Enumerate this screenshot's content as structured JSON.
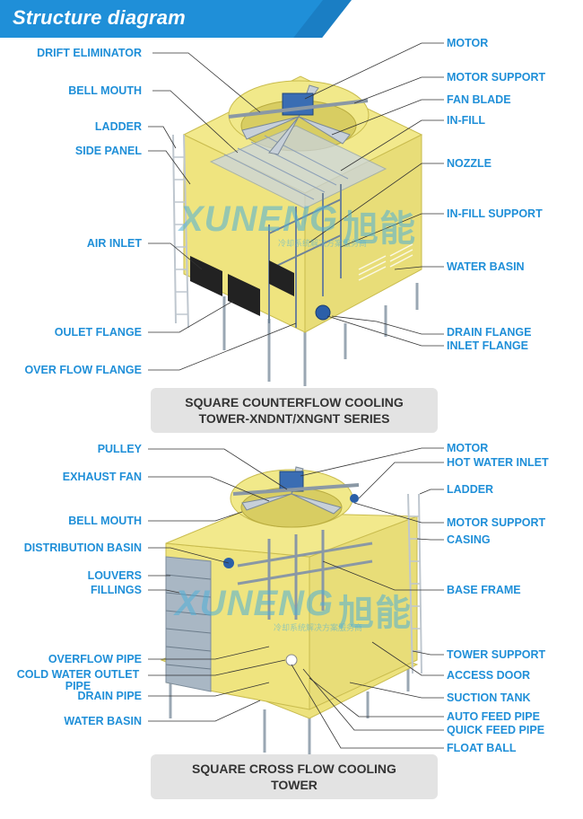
{
  "header": {
    "title": "Structure diagram",
    "accent": "#1f8fd8"
  },
  "top_diagram": {
    "caption_line1": "SQUARE COUNTERFLOW COOLING",
    "caption_line2": "TOWER-XNDNT/XNGNT SERIES",
    "left_labels": [
      "DRIFT ELIMINATOR",
      "BELL MOUTH",
      "LADDER",
      "SIDE PANEL",
      "AIR INLET",
      "OULET FLANGE",
      "OVER FLOW FLANGE"
    ],
    "right_labels": [
      "MOTOR",
      "MOTOR SUPPORT",
      "FAN BLADE",
      "IN-FILL",
      "NOZZLE",
      "IN-FILL SUPPORT",
      "WATER BASIN",
      "DRAIN FLANGE",
      "INLET FLANGE"
    ]
  },
  "bottom_diagram": {
    "caption_line1": "SQUARE CROSS FLOW COOLING",
    "caption_line2": "TOWER",
    "left_labels": [
      "PULLEY",
      "EXHAUST FAN",
      "BELL MOUTH",
      "DISTRIBUTION BASIN",
      "LOUVERS",
      "FILLINGS",
      "OVERFLOW PIPE",
      "COLD WATER OUTLET",
      "PIPE",
      "DRAIN PIPE",
      "WATER BASIN"
    ],
    "right_labels": [
      "MOTOR",
      "HOT WATER INLET",
      "LADDER",
      "MOTOR SUPPORT",
      "CASING",
      "BASE FRAME",
      "TOWER SUPPORT",
      "ACCESS DOOR",
      "SUCTION TANK",
      "AUTO FEED PIPE",
      "QUICK FEED PIPE",
      "FLOAT BALL"
    ]
  },
  "watermark": {
    "brand": "XUNENG",
    "brand_cn": "旭能",
    "tagline": "冷却系统解决方案服务商"
  }
}
